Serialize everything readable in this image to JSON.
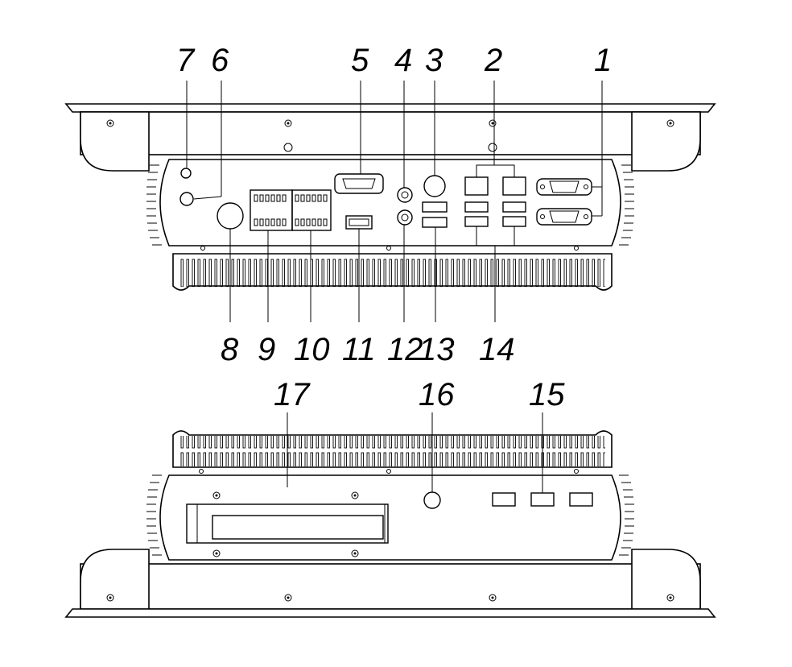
{
  "callouts_top": [
    "7",
    "6",
    "5",
    "4",
    "3",
    "2",
    "1"
  ],
  "callouts_bottom": [
    "8",
    "9",
    "10",
    "11",
    "12",
    "13",
    "14"
  ],
  "callouts_rear": [
    "17",
    "16",
    "15"
  ]
}
